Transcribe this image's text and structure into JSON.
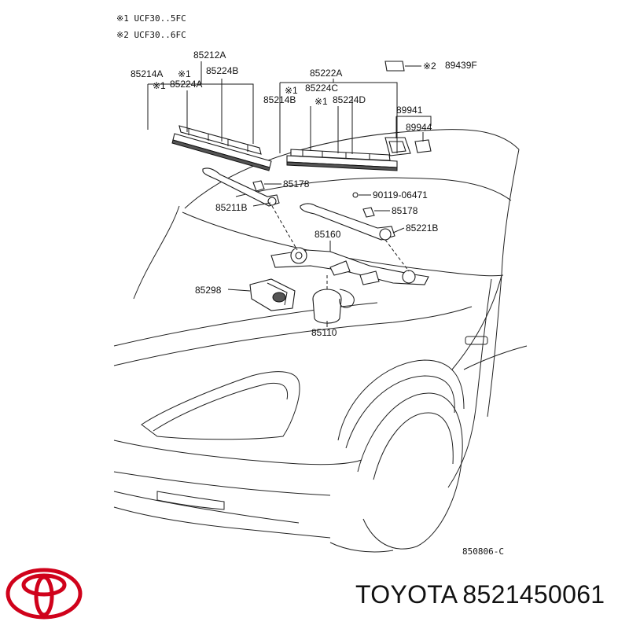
{
  "notes": {
    "n1": "※1 UCF30..5FC",
    "n2": "※2 UCF30..6FC"
  },
  "labels": {
    "p85212A": "85212A",
    "p85214A": "85214A",
    "p85224B": "85224B",
    "p85224A": "85224A",
    "mark1a": "※1",
    "mark1b": "※1",
    "p85222A": "85222A",
    "p85224C": "85224C",
    "p85214B": "85214B",
    "p85224D": "85224D",
    "mark1c": "※1",
    "mark1d": "※1",
    "mark2": "※2",
    "p89439F": "89439F",
    "p89941": "89941",
    "p89944": "89944",
    "p85178a": "85178",
    "p85211B": "85211B",
    "p9011906471": "90119-06471",
    "p85178b": "85178",
    "p85221B": "85221B",
    "p85160": "85160",
    "p85298": "85298",
    "p85110": "85110",
    "figure_code": "850806-C"
  },
  "brand": {
    "name": "TOYOTA",
    "part_number": "8521450061",
    "logo_color": "#d0021b"
  }
}
